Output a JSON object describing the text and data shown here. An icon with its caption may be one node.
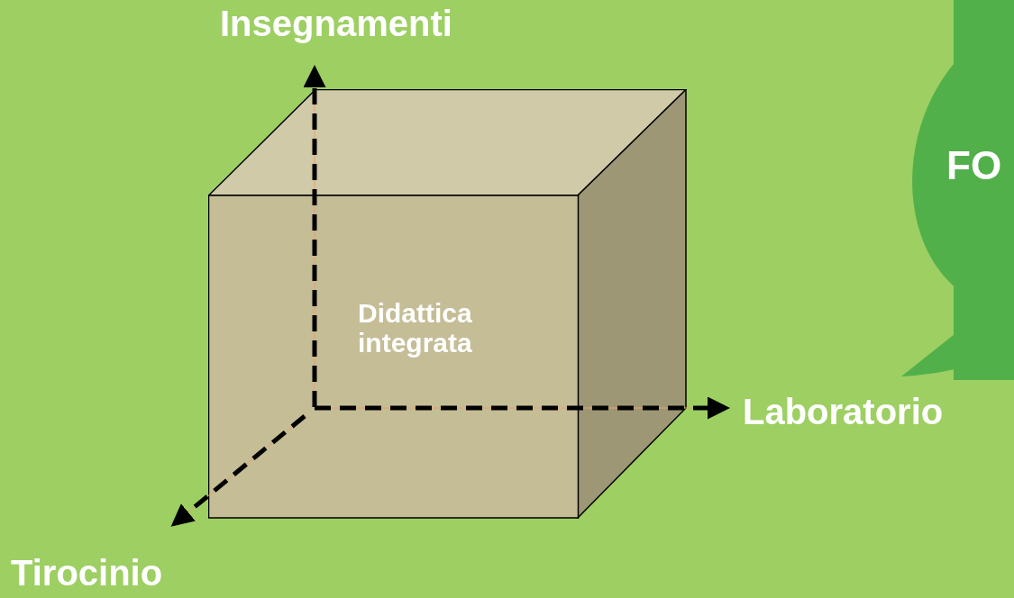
{
  "diagram": {
    "nodes": [
      {
        "text": [
          "Didattica integrata"
        ]
      },
      {
        "text": [
          "FO"
        ]
      }
    ],
    "labels": [
      "Insegnamenti",
      "Laboratorio",
      "Tirocinio"
    ]
  }
}
